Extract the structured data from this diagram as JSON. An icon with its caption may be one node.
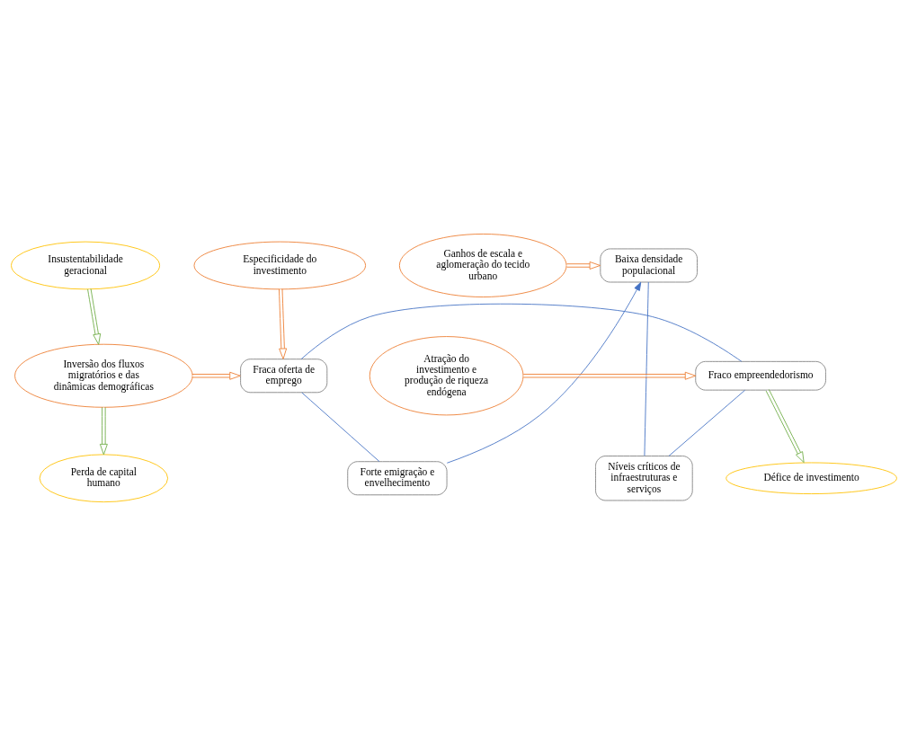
{
  "diagram": {
    "nodes": [
      {
        "text": [
          "Baixa densidade populacional"
        ]
      },
      {
        "text": [
          "Insustentabilidade geracional"
        ]
      },
      {
        "text": [
          "Ganhos de escala e aglomeração do tecido urbano"
        ]
      },
      {
        "text": [
          "Forte emigração e envelhecimento"
        ]
      },
      {
        "text": [
          "Níveis críticos de infraestruturas e serviços"
        ]
      },
      {
        "text": [
          "Inversão dos fluxos migratórios e das dinâmicas demográficas"
        ]
      },
      {
        "text": [
          "Fraca oferta de emprego"
        ]
      },
      {
        "text": [
          "Fraco empreendedorismo"
        ]
      },
      {
        "text": [
          "Atração do investimento e produção de riqueza endógena"
        ]
      },
      {
        "text": [
          "Especificidade do investimento"
        ]
      },
      {
        "text": [
          "Perda de capital humano"
        ]
      },
      {
        "text": [
          "Défice de investimento"
        ]
      }
    ],
    "edges": [
      {
        "from": 3,
        "to": 0,
        "arrow": "to"
      },
      {
        "from": 4,
        "to": 0,
        "arrow": "none"
      },
      {
        "from": 2,
        "to": 0,
        "arrow": "to",
        "color": "#ed7d31"
      },
      {
        "from": 1,
        "to": 5,
        "arrow": "to",
        "color": "#70ad47"
      },
      {
        "from": 5,
        "to": 6,
        "arrow": "to",
        "color": "#ed7d31"
      },
      {
        "from": 6,
        "to": 3,
        "arrow": "none"
      },
      {
        "from": 6,
        "to": 7,
        "arrow": "none"
      },
      {
        "from": 7,
        "to": 4,
        "arrow": "none"
      },
      {
        "from": 8,
        "to": 7,
        "arrow": "to",
        "color": "#ed7d31"
      },
      {
        "from": 9,
        "to": 6,
        "arrow": "to",
        "color": "#ed7d31"
      },
      {
        "from": 5,
        "to": 10,
        "arrow": "to",
        "color": "#70ad47"
      },
      {
        "from": 7,
        "to": 11,
        "arrow": "to",
        "color": "#70ad47"
      }
    ]
  }
}
